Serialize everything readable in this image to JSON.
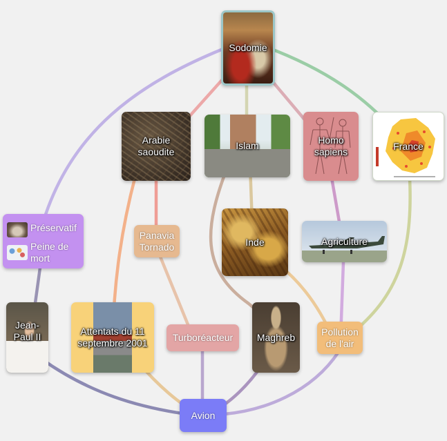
{
  "nodes": {
    "sodomie": {
      "label": "Sodomie"
    },
    "arabie": {
      "label": "Arabie saoudite"
    },
    "islam": {
      "label": "Islam"
    },
    "homo": {
      "label": "Homo sapiens"
    },
    "france": {
      "label": "France"
    },
    "preservatif": {
      "label": "Préservatif"
    },
    "peine": {
      "label": "Peine de mort"
    },
    "panavia": {
      "label": "Panavia Tornado"
    },
    "inde": {
      "label": "Inde"
    },
    "agriculture": {
      "label": "Agriculture"
    },
    "jeanpaul": {
      "label": "Jean-Paul II"
    },
    "attentats": {
      "label": "Attentats du 11 septembre 2001"
    },
    "turbo": {
      "label": "Turboréacteur"
    },
    "maghreb": {
      "label": "Maghreb"
    },
    "pollution": {
      "label": "Pollution de l'air"
    },
    "avion": {
      "label": "Avion"
    }
  },
  "colors": {
    "avion": "#7b7cf7",
    "group": "#c391f0",
    "panavia": "#e6b990",
    "turbo": "#e3a5a5",
    "pollution": "#f2bd7a",
    "attentats": "#f8d279",
    "homo": "#d98c8e",
    "background": "#f1f1f1"
  }
}
